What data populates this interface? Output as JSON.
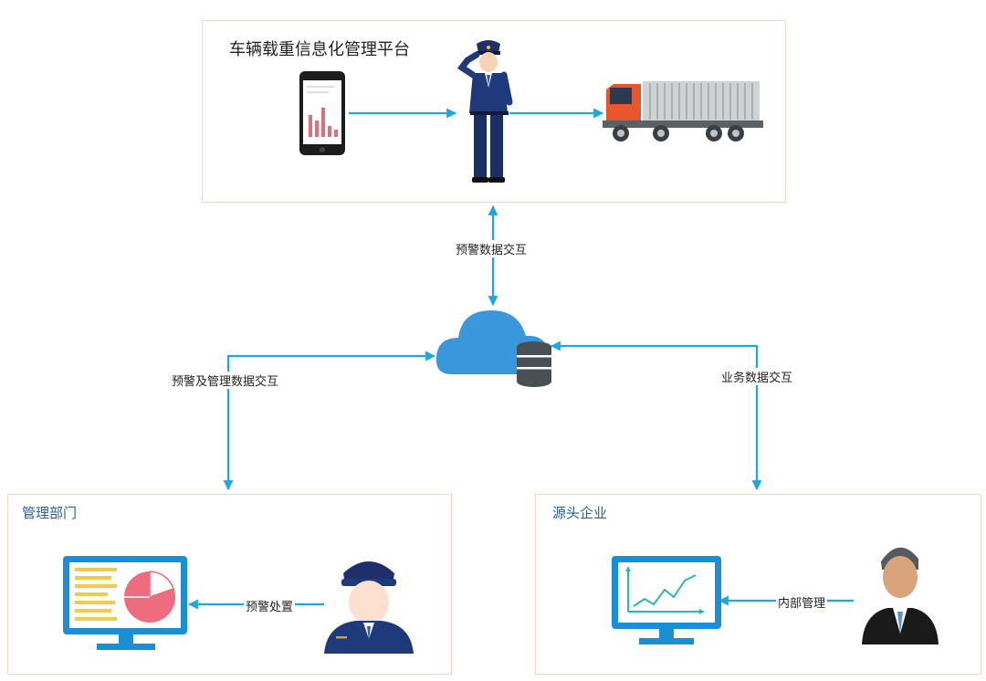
{
  "platform": {
    "title": "车辆载重信息化管理平台"
  },
  "admin": {
    "title": "管理部门",
    "action_label": "预警处置"
  },
  "enterprise": {
    "title": "源头企业",
    "action_label": "内部管理"
  },
  "links": {
    "platform_cloud": "预警数据交互",
    "admin_cloud": "预警及管理数据交互",
    "enterprise_cloud": "业务数据交互"
  },
  "colors": {
    "arrow": "#1ea7e1",
    "panel_border": "#f5d6c6",
    "cloud": "#3a97dc",
    "monitor": "#1b8fd4",
    "uniform": "#1f3a7a",
    "truck_cab": "#e8572b",
    "section_title": "#2c5f8a"
  },
  "icons": [
    "smartphone-chart-icon",
    "police-officer-icon",
    "cargo-truck-icon",
    "cloud-database-icon",
    "monitor-dashboard-icon",
    "officer-avatar-icon",
    "monitor-line-chart-icon",
    "businessman-avatar-icon"
  ]
}
